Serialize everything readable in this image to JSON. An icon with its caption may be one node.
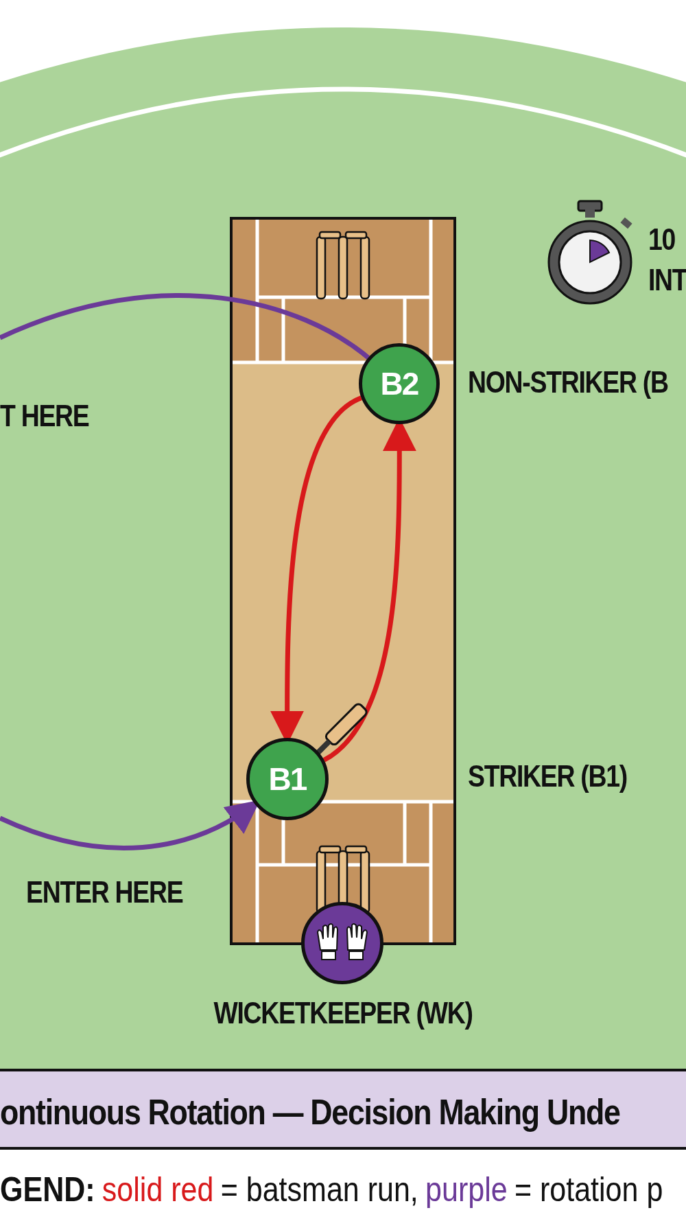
{
  "diagram": {
    "caption": "ontinuous Rotation — Decision Making Unde",
    "nodes": [
      {
        "text": [
          "B2"
        ],
        "beside": [
          "NON-STRIKER (B"
        ]
      },
      {
        "text": [
          "B1"
        ]
      },
      {
        "text": [],
        "shape": "circle",
        "beside": [
          "WICKETKEEPER (WK)"
        ]
      }
    ],
    "edges": [
      {
        "from": 0,
        "to": null,
        "arrow": "none",
        "color": "#6b3a98"
      },
      {
        "from": null,
        "to": 1,
        "arrow": "to",
        "color": "#6b3a98"
      },
      {
        "from": 0,
        "to": 1,
        "arrow": "to",
        "color": "#d8191b"
      },
      {
        "from": 1,
        "to": 0,
        "arrow": "to",
        "color": "#d8191b"
      }
    ],
    "labels": [
      "T HERE",
      "10",
      "INT",
      "STRIKER (B1)",
      "ENTER HERE",
      "GEND:"
    ],
    "legend": [
      {
        "text": "solid red = batsman run,",
        "color": "#d8191b"
      },
      {
        "text": "purple = rotation p",
        "color": "#6b3a98"
      }
    ]
  }
}
